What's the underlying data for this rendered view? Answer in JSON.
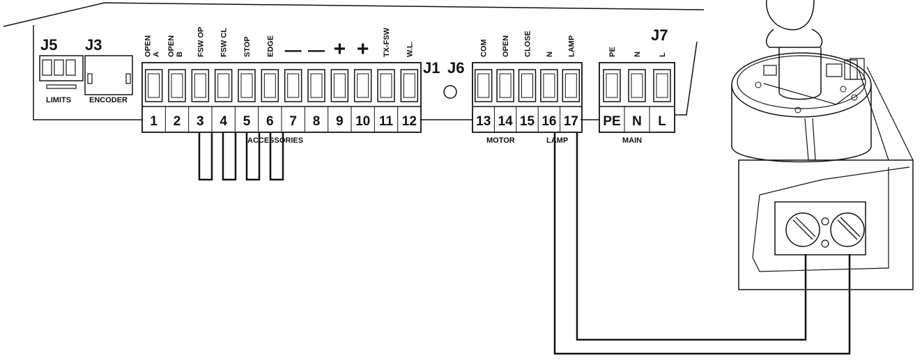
{
  "connectors": {
    "j5": "J5",
    "j3": "J3",
    "j1": "J1",
    "j6": "J6",
    "j7": "J7"
  },
  "board_labels": {
    "limits": "LIMITS",
    "encoder": "ENCODER",
    "accessories": "ACCESSORIES",
    "motor": "MOTOR",
    "lamp": "LAMP",
    "main": "MAIN"
  },
  "accessory_terminals": [
    {
      "number": "1",
      "top_label": [
        "OPEN",
        "A"
      ]
    },
    {
      "number": "2",
      "top_label": [
        "OPEN",
        "B"
      ]
    },
    {
      "number": "3",
      "top_label": [
        "FSW OP"
      ]
    },
    {
      "number": "4",
      "top_label": [
        "FSW CL"
      ]
    },
    {
      "number": "5",
      "top_label": [
        "STOP"
      ]
    },
    {
      "number": "6",
      "top_label": [
        "EDGE"
      ]
    },
    {
      "number": "7",
      "top_label": [
        "—"
      ]
    },
    {
      "number": "8",
      "top_label": [
        "—"
      ]
    },
    {
      "number": "9",
      "top_label": [
        "+"
      ]
    },
    {
      "number": "10",
      "top_label": [
        "+"
      ]
    },
    {
      "number": "11",
      "top_label": [
        "TX-FSW"
      ]
    },
    {
      "number": "12",
      "top_label": [
        "W.L."
      ]
    }
  ],
  "motor_terminals": [
    {
      "number": "13",
      "top_label": [
        "COM"
      ]
    },
    {
      "number": "14",
      "top_label": [
        "OPEN"
      ]
    },
    {
      "number": "15",
      "top_label": [
        "CLOSE"
      ]
    },
    {
      "number": "16",
      "top_label": [
        "N"
      ]
    },
    {
      "number": "17",
      "top_label": [
        "LAMP"
      ]
    }
  ],
  "main_terminals": [
    {
      "number": "PE",
      "top_label": [
        "PE"
      ]
    },
    {
      "number": "N",
      "top_label": [
        "N"
      ]
    },
    {
      "number": "L",
      "top_label": [
        "L"
      ]
    }
  ]
}
